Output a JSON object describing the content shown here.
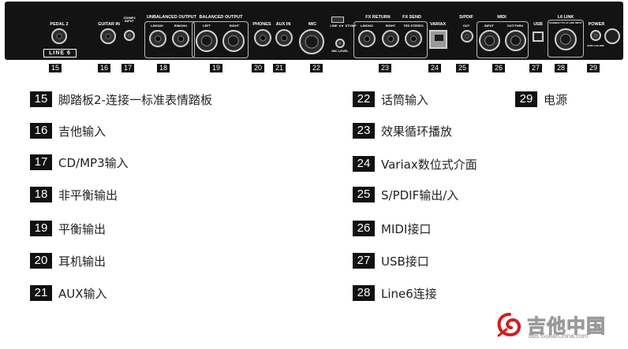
{
  "panel": {
    "labels": {
      "pedal2": "PEDAL 2",
      "guitar_in": "GUITAR IN",
      "cd_mp3": "CD/MP3 INPUT",
      "unbalanced_output": "UNBALANCED OUTPUT",
      "l_mono": "L/MONO",
      "r_mono": "R/MONO",
      "balanced_output": "BALANCED OUTPUT",
      "left": "LEFT",
      "right": "RIGHT",
      "phones": "PHONES",
      "aux_in": "AUX IN",
      "mic": "MIC",
      "line_stomp": "LINE ◄► STOMP",
      "fx_return": "FX RETURN",
      "fx_send": "FX SEND",
      "fx_l_mono": "L/MONO",
      "fx_right": "RIGHT",
      "trs_stereo": "TRS STEREO",
      "mic_level": "MIC LEVEL",
      "variax": "VARIAX",
      "spdif": "S/PDIF",
      "spdif_out": "OUT",
      "midi": "MIDI",
      "midi_input": "INPUT",
      "midi_out_thru": "OUT/THRU",
      "usb": "USB",
      "l6_link": "L6 LINK",
      "l6_link_sub": "CONNECT TO L6 LINK INPUT",
      "power": "POWER",
      "power_sub": "9VDC 2.0A MIN",
      "logo": "LINE 6"
    },
    "numbers": [
      "15",
      "16",
      "17",
      "18",
      "19",
      "20",
      "21",
      "22",
      "23",
      "24",
      "25",
      "26",
      "27",
      "28",
      "29"
    ]
  },
  "legend": [
    {
      "num": "15",
      "text": "脚踏板2-连接一标准表情踏板"
    },
    {
      "num": "16",
      "text": "吉他输入"
    },
    {
      "num": "17",
      "text": "CD/MP3输入"
    },
    {
      "num": "18",
      "text": "非平衡输出"
    },
    {
      "num": "19",
      "text": "平衡输出"
    },
    {
      "num": "20",
      "text": "耳机输出"
    },
    {
      "num": "21",
      "text": "AUX输入"
    },
    {
      "num": "22",
      "text": "话筒输入"
    },
    {
      "num": "23",
      "text": "效果循环播放"
    },
    {
      "num": "24",
      "text": "Variax数位式介面"
    },
    {
      "num": "25",
      "text": "S/PDIF输出/入"
    },
    {
      "num": "26",
      "text": "MIDI接口"
    },
    {
      "num": "27",
      "text": "USB接口"
    },
    {
      "num": "28",
      "text": "Line6连接"
    },
    {
      "num": "29",
      "text": "电源"
    }
  ],
  "watermark": {
    "text": "吉他中国",
    "url": "bbs.GuitarChina.com"
  },
  "colors": {
    "panel": "#131313",
    "badge": "#111111",
    "watermark_red": "#d21d1d"
  }
}
